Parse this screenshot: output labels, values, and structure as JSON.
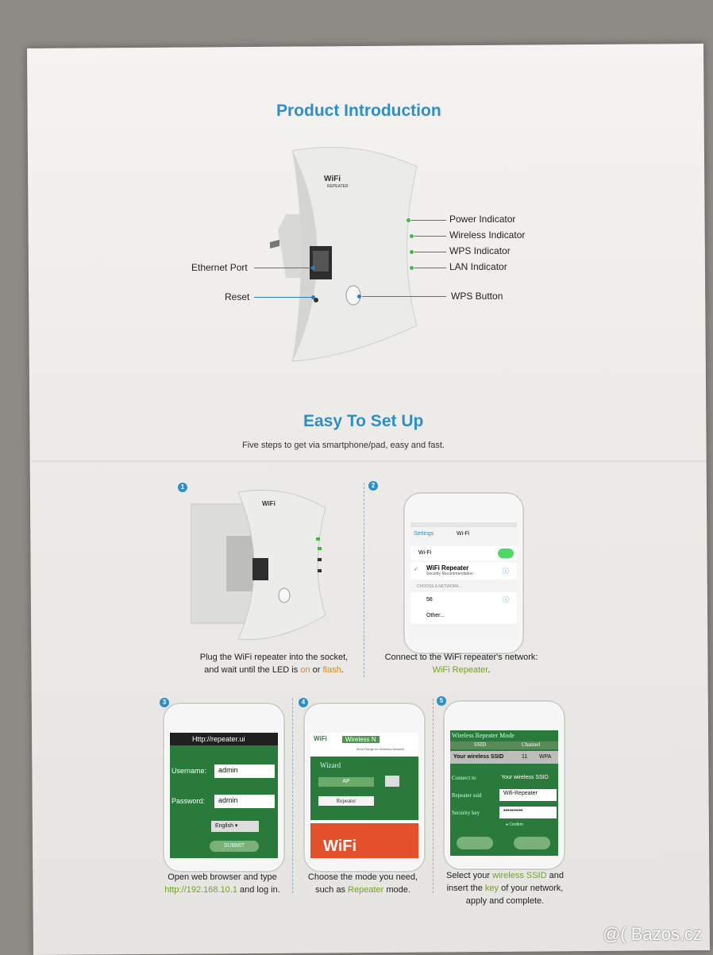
{
  "intro": {
    "title": "Product Introduction",
    "labels": {
      "power": "Power Indicator",
      "wireless": "Wireless Indicator",
      "wps": "WPS Indicator",
      "lan": "LAN Indicator",
      "wps_button": "WPS Button",
      "ethernet": "Ethernet Port",
      "reset": "Reset"
    },
    "device_logo": "WiFi",
    "device_logo_sub": "REPEATER"
  },
  "setup": {
    "title": "Easy To Set Up",
    "subtitle": "Five steps to get via smartphone/pad, easy and fast.",
    "steps": [
      {
        "num": "1",
        "line1": "Plug the WiFi repeater into the socket,",
        "line2_a": "and wait until the LED is ",
        "hl1": "on",
        "line2_b": " or ",
        "hl2": "flash",
        "line2_c": "."
      },
      {
        "num": "2",
        "line1": "Connect to the WiFi repeater's network:",
        "hl": "WiFi Repeater",
        "tail": "."
      },
      {
        "num": "3",
        "line1": "Open web browser and type",
        "hl": "http://192.168.10.1",
        "tail": " and log in."
      },
      {
        "num": "4",
        "line1": "Choose the mode you need,",
        "line2_a": "such as ",
        "hl": "Repeater",
        "line2_b": " mode."
      },
      {
        "num": "5",
        "line1_a": "Select your ",
        "hl1": "wireless SSID",
        "line1_b": " and",
        "line2_a": "insert the ",
        "hl2": "key",
        "line2_b": " of your network,",
        "line3": "apply and complete."
      }
    ]
  },
  "phone2": {
    "settings": "Settings",
    "wifi_title": "Wi-Fi",
    "wifi_row": "Wi-Fi",
    "network": "WiFi Repeater",
    "network_sub": "Security Recommendation",
    "choose": "CHOOSE A NETWORK...",
    "other_net": "58",
    "other": "Other..."
  },
  "phone3": {
    "url": "Http://repeater.ui",
    "user_label": "Username:",
    "user_value": "admin",
    "pass_label": "Password:",
    "pass_value": "admin",
    "lang": "English",
    "submit": "SUBMIT"
  },
  "phone4": {
    "brand": "Wireless N",
    "tagline": "More Range for Wireless Network",
    "wizard": "Wizard",
    "ap": "AP",
    "repeater": "Repeater",
    "banner": "WiFi"
  },
  "phone5": {
    "header": "Wireless Repeater Mode",
    "col_ssid": "SSID",
    "col_channel": "Channel",
    "ssid_value": "Your wireless SSID",
    "channel_value": "11",
    "sec": "WPA",
    "connect_label": "Connect to",
    "connect_value": "Your wireless SSID",
    "repeater_label": "Repeater ssid",
    "repeater_value": "Wifi-Repeater",
    "key_label": "Security key",
    "key_value": "••••••••••",
    "confirm": "Confirm"
  },
  "watermark": "@( Bazos.cz",
  "colors": {
    "accent": "#2e8fc8",
    "green": "#2a7a3c",
    "highlight": "#6fa51f"
  }
}
